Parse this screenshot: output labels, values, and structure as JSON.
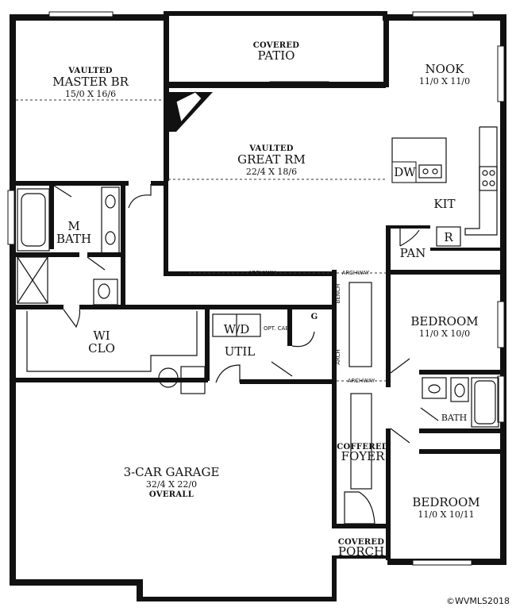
{
  "rooms": {
    "master": {
      "line1": "VAULTED",
      "line2": "MASTER BR",
      "dim": "15/0 X 16/6"
    },
    "patio": {
      "line1": "COVERED",
      "line2": "PATIO"
    },
    "nook": {
      "name": "NOOK",
      "dim": "11/0 X 11/0"
    },
    "great": {
      "line1": "VAULTED",
      "line2": "GREAT RM",
      "dim": "22/4 X 18/6"
    },
    "kit": {
      "name": "KIT",
      "dw": "DW",
      "r": "R",
      "pan": "PAN"
    },
    "mbath": {
      "line1": "M",
      "line2": "BATH"
    },
    "wi": {
      "line1": "WI",
      "line2": "CLO"
    },
    "util": {
      "name": "UTIL",
      "wd": "W/D",
      "opt": "OPT. CAB",
      "g": "G"
    },
    "bed1": {
      "name": "BEDROOM",
      "dim": "11/0 X 10/0"
    },
    "bath": {
      "name": "BATH"
    },
    "bed2": {
      "name": "BEDROOM",
      "dim": "11/0 X 10/11"
    },
    "garage": {
      "name": "3-CAR GARAGE",
      "dim": "32/4 X 22/0",
      "note": "OVERALL"
    },
    "foyer": {
      "line1": "COFFERED",
      "line2": "FOYER"
    },
    "porch": {
      "line1": "COVERED",
      "line2": "PORCH"
    }
  },
  "annotations": {
    "archway": "ARCHWAY",
    "bench": "BENCH",
    "arch": "ARCH"
  },
  "copyright": "©WVMLS2018"
}
